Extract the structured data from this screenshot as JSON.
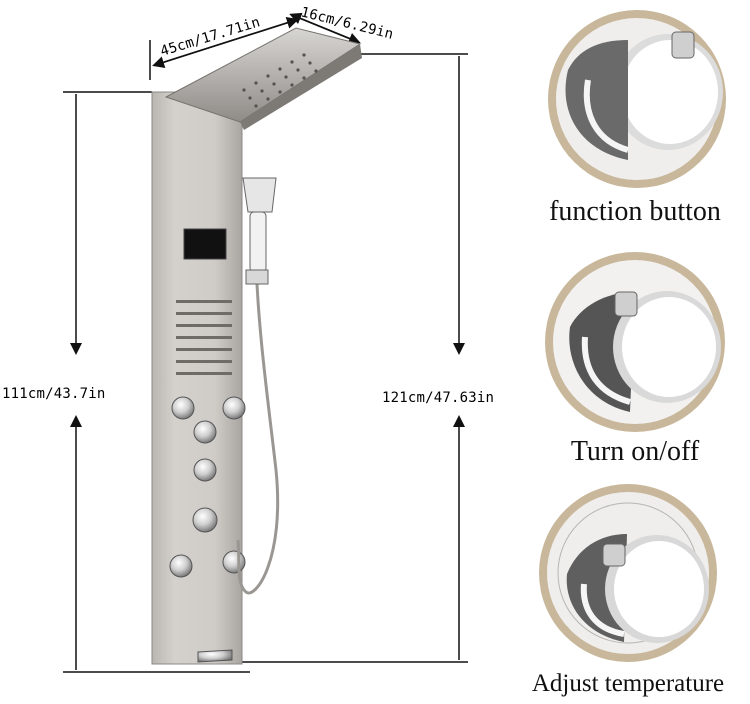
{
  "dimensions": {
    "width_top": "45cm/17.71in",
    "depth_top": "16cm/6.29in",
    "height_left": "111cm/43.7in",
    "height_right": "121cm/47.63in"
  },
  "features": [
    {
      "label": "function button",
      "icon": "function-knob"
    },
    {
      "label": "Turn on/off",
      "icon": "onoff-knob"
    },
    {
      "label": "Adjust temperature",
      "icon": "temperature-knob"
    }
  ],
  "colors": {
    "panel": "#c9c6c2",
    "rim": "#c8b79a",
    "chrome": "#e8e8e8"
  }
}
